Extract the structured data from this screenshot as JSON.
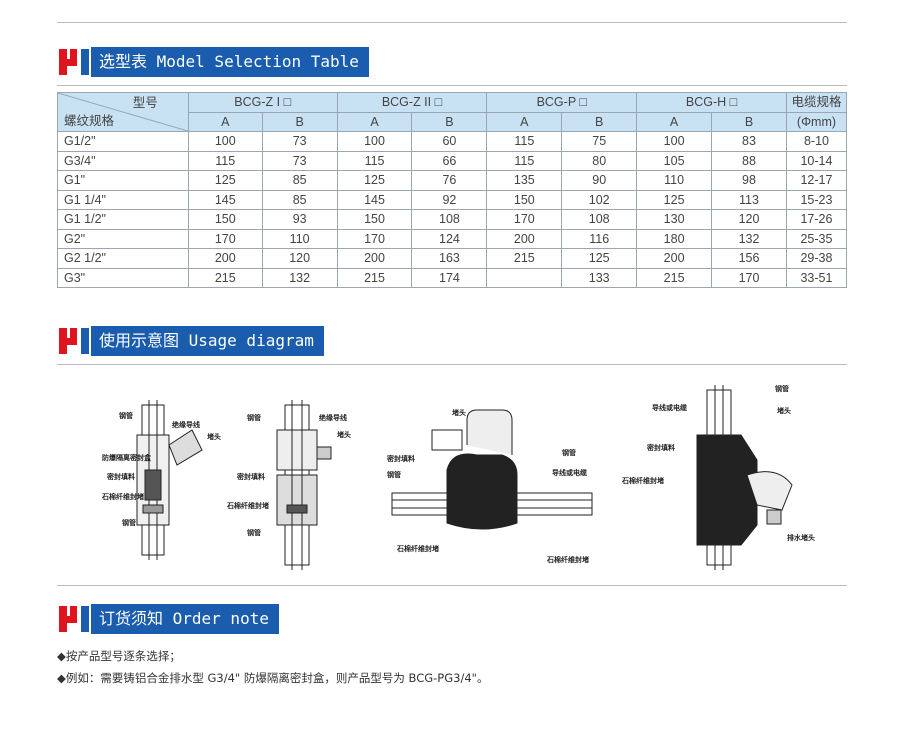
{
  "sections": {
    "selection": {
      "title": "选型表 Model Selection Table"
    },
    "usage": {
      "title": "使用示意图 Usage diagram"
    },
    "order": {
      "title": "订货须知 Order note"
    }
  },
  "table": {
    "corner_top": "型号",
    "corner_bottom": "螺纹规格",
    "models": [
      "BCG-Z I □",
      "BCG-Z II □",
      "BCG-P □",
      "BCG-H □"
    ],
    "cable_header": "电缆规格",
    "cable_unit": "(Φmm)",
    "sub_headers": [
      "A",
      "B",
      "A",
      "B",
      "A",
      "B",
      "A",
      "B"
    ],
    "rows": [
      {
        "spec": "G1/2\"",
        "vals": [
          "100",
          "73",
          "100",
          "60",
          "115",
          "75",
          "100",
          "83"
        ],
        "cable": "8-10"
      },
      {
        "spec": "G3/4\"",
        "vals": [
          "115",
          "73",
          "115",
          "66",
          "115",
          "80",
          "105",
          "88"
        ],
        "cable": "10-14"
      },
      {
        "spec": "G1\"",
        "vals": [
          "125",
          "85",
          "125",
          "76",
          "135",
          "90",
          "110",
          "98"
        ],
        "cable": "12-17"
      },
      {
        "spec": "G1 1/4\"",
        "vals": [
          "145",
          "85",
          "145",
          "92",
          "150",
          "102",
          "125",
          "113"
        ],
        "cable": "15-23"
      },
      {
        "spec": "G1 1/2\"",
        "vals": [
          "150",
          "93",
          "150",
          "108",
          "170",
          "108",
          "130",
          "120"
        ],
        "cable": "17-26"
      },
      {
        "spec": "G2\"",
        "vals": [
          "170",
          "110",
          "170",
          "124",
          "200",
          "116",
          "180",
          "132"
        ],
        "cable": "25-35"
      },
      {
        "spec": "G2 1/2\"",
        "vals": [
          "200",
          "120",
          "200",
          "163",
          "215",
          "125",
          "200",
          "156"
        ],
        "cable": "29-38"
      },
      {
        "spec": "G3\"",
        "vals": [
          "215",
          "132",
          "215",
          "174",
          "",
          "133",
          "215",
          "170"
        ],
        "cable": "33-51"
      }
    ]
  },
  "diagrams": {
    "fig1": [
      "钢管",
      "绝缘导线",
      "堵头",
      "防爆隔离密封盒",
      "密封填料",
      "石棉纤维封堵",
      "钢管"
    ],
    "fig2": [
      "钢管",
      "绝缘导线",
      "堵头",
      "密封填料",
      "石棉纤维封堵",
      "钢管"
    ],
    "fig3": [
      "堵头",
      "钢管",
      "密封填料",
      "导线或电缆",
      "钢管",
      "石棉纤维封堵",
      "石棉纤维封堵"
    ],
    "fig4": [
      "钢管",
      "导线或电缆",
      "堵头",
      "密封填料",
      "石棉纤维封堵",
      "排水堵头"
    ]
  },
  "notes": [
    "◆按产品型号逐条选择；",
    "◆例如：需要铸铝合金排水型 G3/4\" 防爆隔离密封盒，则产品型号为 BCG-PG3/4\"。"
  ]
}
